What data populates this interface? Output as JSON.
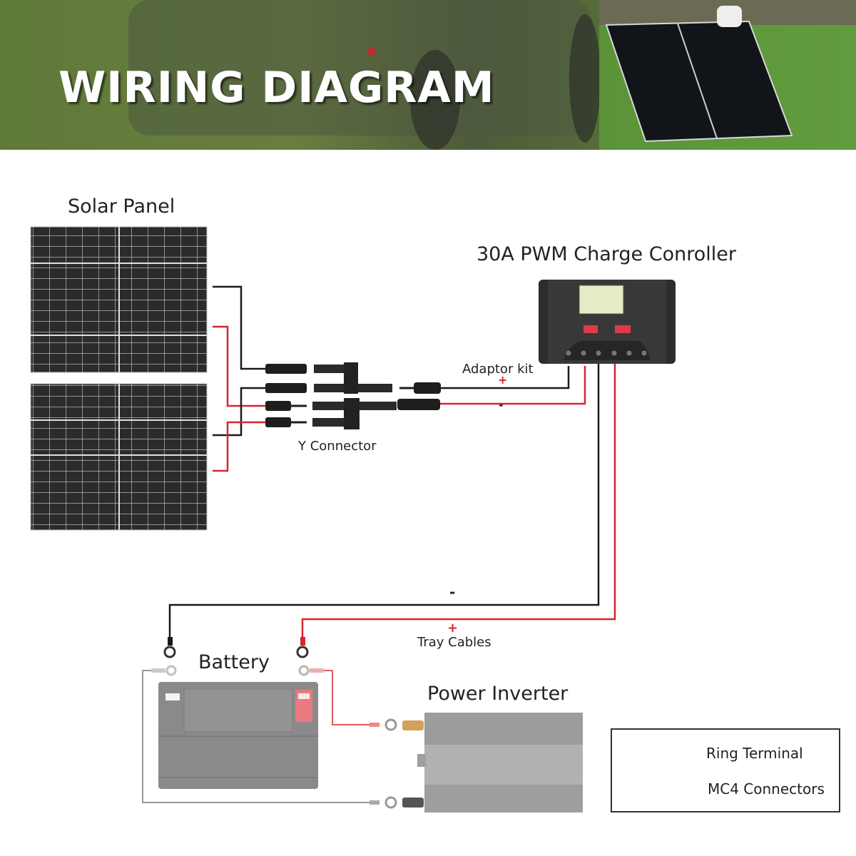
{
  "banner": {
    "title": "WIRING DIAGRAM",
    "background_scene": "car and portable solar panel on grass"
  },
  "components": {
    "solar_panel": {
      "label": "Solar Panel",
      "count": 2
    },
    "charge_controller": {
      "label": "30A PWM Charge Conroller"
    },
    "y_connector": {
      "label": "Y Connector"
    },
    "adaptor_kit": {
      "label": "Adaptor kit",
      "positive_sign": "+",
      "negative_sign": "-"
    },
    "tray_cables": {
      "label": "Tray Cables",
      "positive_sign": "+",
      "negative_sign": "-"
    },
    "battery": {
      "label": "Battery"
    },
    "power_inverter": {
      "label": "Power Inverter"
    }
  },
  "legend": {
    "items": [
      {
        "icon": "ring-terminal-icon",
        "label": "Ring Terminal"
      },
      {
        "icon": "mc4-connector-icon",
        "label": "MC4 Connectors"
      }
    ]
  },
  "colors": {
    "positive_wire": "#d7262e",
    "negative_wire": "#1a1a1a",
    "panel": "#2a2a2a",
    "controller_body": "#2d2d2d",
    "lcd": "#e4ecc7",
    "battery": "#8a8a8a",
    "inverter": "#a9a9a9"
  }
}
